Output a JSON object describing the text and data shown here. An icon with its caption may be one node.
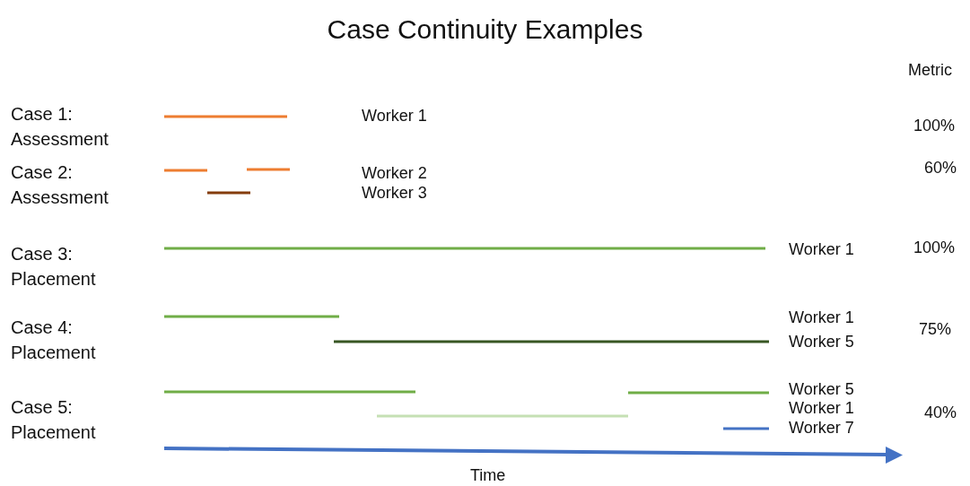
{
  "diagram": {
    "title": "Case Continuity Examples",
    "labels": [
      "Metric",
      "Case 1: Assessment",
      "Worker 1",
      "100%",
      "Case 2: Assessment",
      "Worker 2",
      "60%",
      "Worker 3",
      "Case 3: Placement",
      "Worker 1",
      "100%",
      "Worker 1",
      "Case 4: Placement",
      "75%",
      "Worker 5",
      "Worker 5",
      "Case 5: Placement",
      "Worker 1",
      "40%",
      "Worker 7",
      "Time"
    ]
  }
}
